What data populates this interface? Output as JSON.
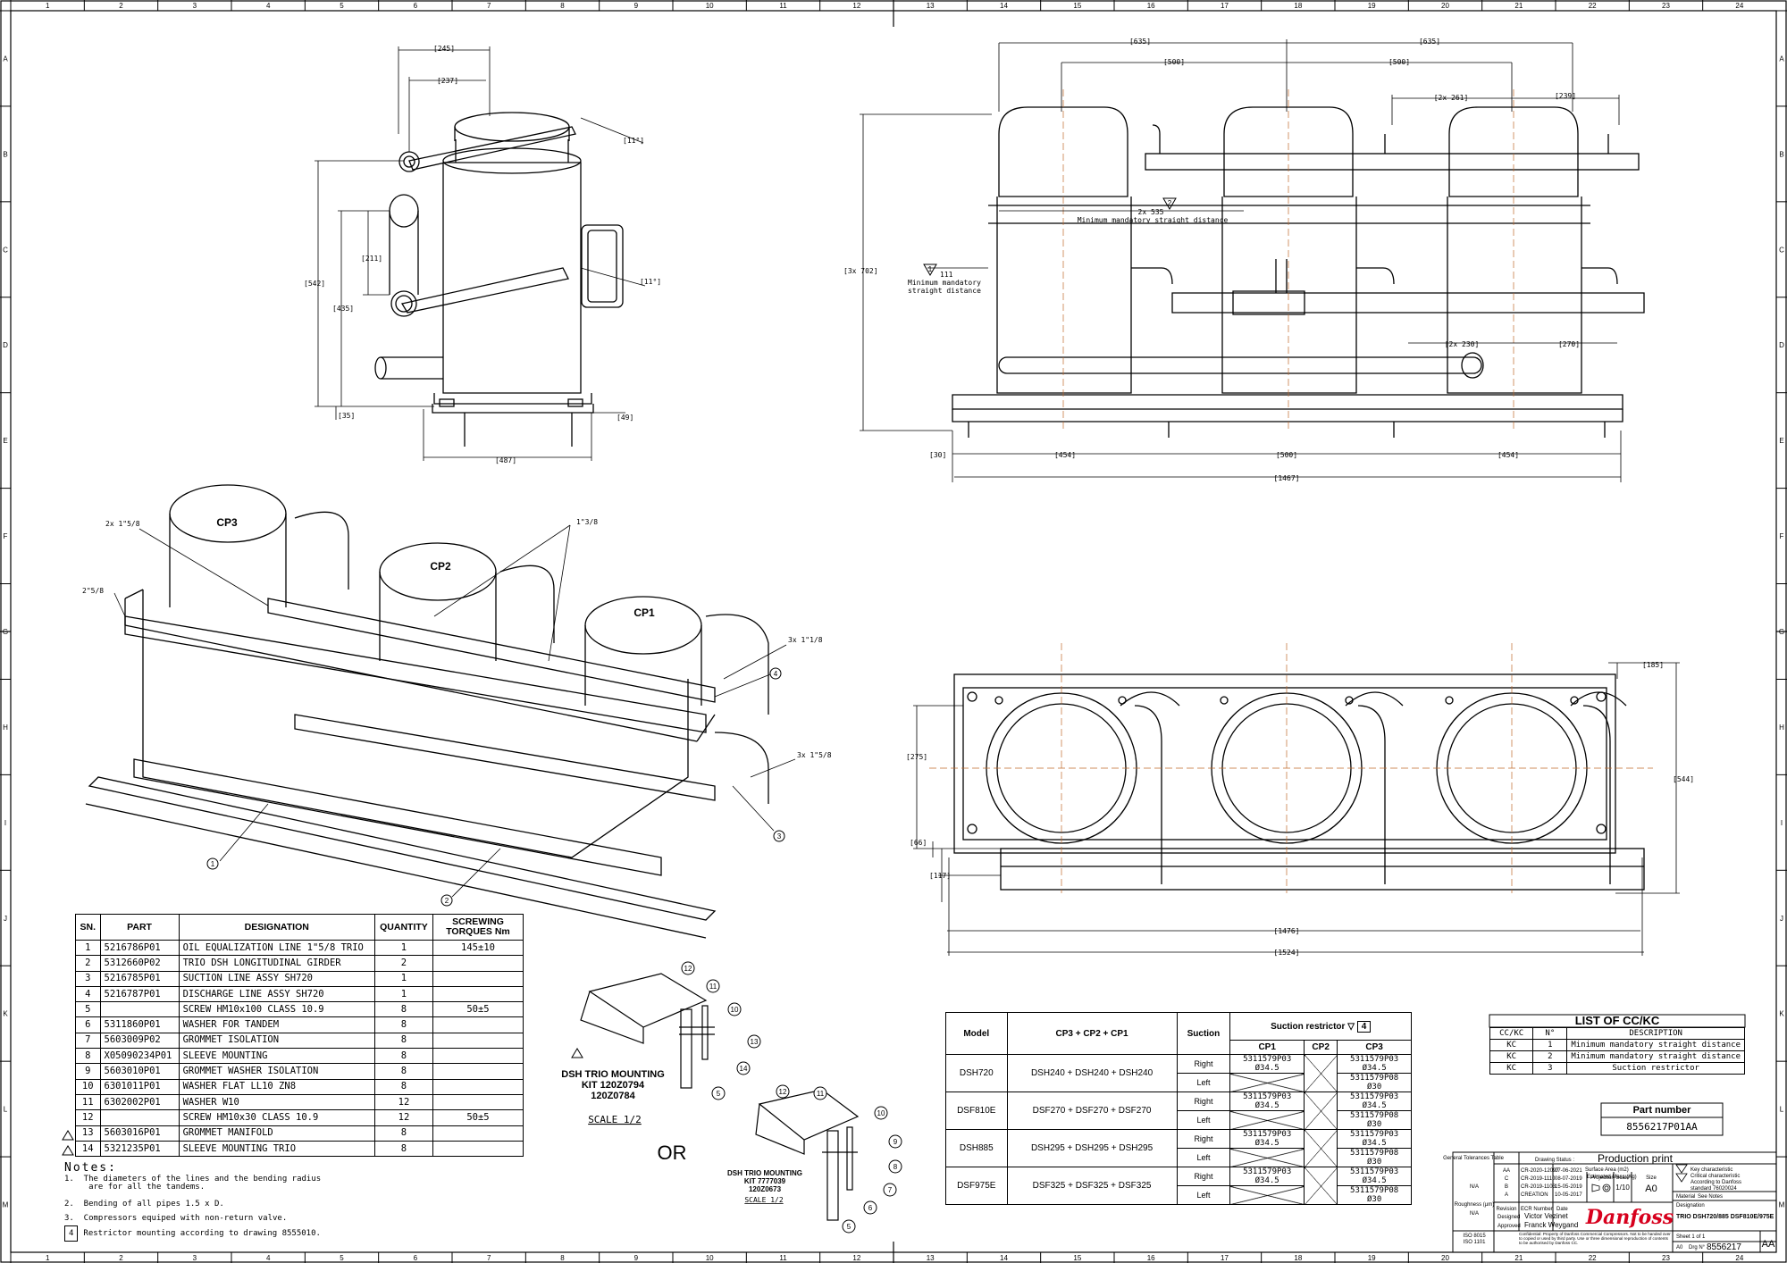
{
  "border": {
    "cols": [
      "1",
      "2",
      "3",
      "4",
      "5",
      "6",
      "7",
      "8",
      "9",
      "10",
      "11",
      "12",
      "13",
      "14",
      "15",
      "16",
      "17",
      "18",
      "19",
      "20",
      "21",
      "22",
      "23",
      "24"
    ],
    "rows": [
      "A",
      "B",
      "C",
      "D",
      "E",
      "F",
      "G",
      "H",
      "I",
      "J",
      "K",
      "L",
      "M"
    ]
  },
  "views": {
    "side": {
      "dims": [
        "[245]",
        "[237]",
        "[11°]",
        "[211]",
        "[11°]",
        "[542]",
        "[435]",
        "[35]",
        "[49]",
        "[487]"
      ]
    },
    "front": {
      "dims": [
        "[635]",
        "[635]",
        "[500]",
        "[500]",
        "[2x 261]",
        "[239]",
        "2x 535",
        "Minimum mandatory straight distance",
        "[3x 702]",
        "111",
        "Minimum mandatory",
        "straight distance",
        "[2x 230]",
        "[270]",
        "[30]",
        "[454]",
        "[500]",
        "[454]",
        "[1467]"
      ],
      "markers": [
        "2",
        "1"
      ]
    },
    "iso": {
      "labels": [
        "CP3",
        "CP2",
        "CP1",
        "2x 1\"5/8",
        "1\"3/8",
        "2\"5/8",
        "3x 1\"1/8",
        "3x 1\"5/8"
      ],
      "balloons": [
        "4",
        "3",
        "1",
        "2"
      ]
    },
    "top": {
      "dims": [
        "[185]",
        "[275]",
        "[544]",
        "[66]",
        "[117]",
        "[1476]",
        "[1524]"
      ]
    }
  },
  "parts_table": {
    "headers": [
      "SN.",
      "PART",
      "DESIGNATION",
      "QUANTITY",
      "SCREWING TORQUES Nm"
    ],
    "rows": [
      {
        "sn": "1",
        "part": "5216786P01",
        "designation": "OIL EQUALIZATION LINE 1\"5/8 TRIO",
        "qty": "1",
        "torque": "145±10"
      },
      {
        "sn": "2",
        "part": "5312660P02",
        "designation": "TRIO DSH LONGITUDINAL GIRDER",
        "qty": "2",
        "torque": ""
      },
      {
        "sn": "3",
        "part": "5216785P01",
        "designation": "SUCTION LINE ASSY SH720",
        "qty": "1",
        "torque": ""
      },
      {
        "sn": "4",
        "part": "5216787P01",
        "designation": "DISCHARGE LINE ASSY SH720",
        "qty": "1",
        "torque": ""
      },
      {
        "sn": "5",
        "part": "",
        "designation": "SCREW HM10x100 CLASS 10.9",
        "qty": "8",
        "torque": "50±5"
      },
      {
        "sn": "6",
        "part": "5311860P01",
        "designation": "WASHER FOR TANDEM",
        "qty": "8",
        "torque": ""
      },
      {
        "sn": "7",
        "part": "5603009P02",
        "designation": "GROMMET ISOLATION",
        "qty": "8",
        "torque": ""
      },
      {
        "sn": "8",
        "part": "X05090234P01",
        "designation": "SLEEVE MOUNTING",
        "qty": "8",
        "torque": ""
      },
      {
        "sn": "9",
        "part": "5603010P01",
        "designation": "GROMMET WASHER ISOLATION",
        "qty": "8",
        "torque": ""
      },
      {
        "sn": "10",
        "part": "6301011P01",
        "designation": "WASHER FLAT LL10 ZN8",
        "qty": "8",
        "torque": ""
      },
      {
        "sn": "11",
        "part": "6302002P01",
        "designation": "WASHER W10",
        "qty": "12",
        "torque": ""
      },
      {
        "sn": "12",
        "part": "",
        "designation": "SCREW HM10x30 CLASS 10.9",
        "qty": "12",
        "torque": "50±5"
      },
      {
        "sn": "13",
        "part": "5603016P01",
        "designation": "GROMMET MANIFOLD",
        "qty": "8",
        "torque": ""
      },
      {
        "sn": "14",
        "part": "5321235P01",
        "designation": "SLEEVE MOUNTING TRIO",
        "qty": "8",
        "torque": ""
      }
    ]
  },
  "notes": {
    "title": "Notes:",
    "items": [
      "1.  The diameters of the lines and the bending radius",
      "     are for all the tandems.",
      "2.  Bending of all pipes 1.5 x D.",
      "3.  Compressors equiped with non-return valve.",
      "Restrictor mounting according to drawing 8555010."
    ],
    "restrictor_tag": "4"
  },
  "mounting": {
    "kit1_title": "DSH TRIO MOUNTING",
    "kit1_l2": "KIT 120Z0794",
    "kit1_l3": "120Z0784",
    "kit1_scale": "SCALE 1/2",
    "or": "OR",
    "kit2_title": "DSH TRIO MOUNTING",
    "kit2_l2": "KIT 7777039",
    "kit2_l3": "120Z0673",
    "kit2_scale": "SCALE 1/2",
    "balloons1": [
      "12",
      "11",
      "10",
      "13",
      "14",
      "5"
    ],
    "balloons2": [
      "12",
      "11",
      "10",
      "9",
      "8",
      "7",
      "6",
      "5"
    ]
  },
  "restrictor_table": {
    "headers": {
      "model": "Model",
      "cps": "CP3 + CP2 + CP1",
      "suction": "Suction",
      "restrictor": "Suction restrictor",
      "tag": "4",
      "cp1": "CP1",
      "cp2": "CP2",
      "cp3": "CP3"
    },
    "rows": [
      {
        "model": "DSH720",
        "cps": "DSH240 + DSH240 + DSH240",
        "right": "Right",
        "left": "Left",
        "cp1_r": "5311579P03",
        "cp1_r2": "Ø34.5",
        "cp3_r": "5311579P03",
        "cp3_r2": "Ø34.5",
        "cp3_l": "5311579P08",
        "cp3_l2": "Ø30"
      },
      {
        "model": "DSF810E",
        "cps": "DSF270 + DSF270 + DSF270",
        "right": "Right",
        "left": "Left",
        "cp1_r": "5311579P03",
        "cp1_r2": "Ø34.5",
        "cp3_r": "5311579P03",
        "cp3_r2": "Ø34.5",
        "cp3_l": "5311579P08",
        "cp3_l2": "Ø30"
      },
      {
        "model": "DSH885",
        "cps": "DSH295 + DSH295 + DSH295",
        "right": "Right",
        "left": "Left",
        "cp1_r": "5311579P03",
        "cp1_r2": "Ø34.5",
        "cp3_r": "5311579P03",
        "cp3_r2": "Ø34.5",
        "cp3_l": "5311579P08",
        "cp3_l2": "Ø30"
      },
      {
        "model": "DSF975E",
        "cps": "DSF325 + DSF325 + DSF325",
        "right": "Right",
        "left": "Left",
        "cp1_r": "5311579P03",
        "cp1_r2": "Ø34.5",
        "cp3_r": "5311579P03",
        "cp3_r2": "Ø34.5",
        "cp3_l": "5311579P08",
        "cp3_l2": "Ø30"
      }
    ]
  },
  "cckc": {
    "title": "LIST OF CC/KC",
    "headers": [
      "CC/KC",
      "N°",
      "DESCRIPTION"
    ],
    "rows": [
      {
        "type": "KC",
        "n": "1",
        "desc": "Minimum mandatory straight distance"
      },
      {
        "type": "KC",
        "n": "2",
        "desc": "Minimum mandatory straight distance"
      },
      {
        "type": "KC",
        "n": "3",
        "desc": "Suction restrictor"
      }
    ]
  },
  "part_number": {
    "label": "Part number",
    "value": "8556217P01AA"
  },
  "title_block": {
    "general_tol": "General Tolerances Table",
    "drawing_status_label": "Drawing Status :",
    "drawing_status": "Production print",
    "surface": "Surface Area (m2)",
    "weight": "Estimated Mass (Kg)",
    "rev_rows": [
      {
        "rev": "AA",
        "ecr": "CR-2020-12097",
        "date": "07-06-2021"
      },
      {
        "rev": "C",
        "ecr": "CR-2019-1110",
        "date": "08-07-2019"
      },
      {
        "rev": "B",
        "ecr": "CR-2019-1103",
        "date": "15-05-2019"
      },
      {
        "rev": "A",
        "ecr": "CREATION",
        "date": "10-05-2017"
      }
    ],
    "projection": "Projection",
    "scale_label": "Scale",
    "scale": "1/10",
    "size_label": "Size",
    "size": "A0",
    "material_label": "Material",
    "material": "See Notes",
    "revision_label": "Revision",
    "ecr_label": "ECR Number",
    "date_label": "Date",
    "designed_label": "Designed",
    "designed": "Victor Vezinet",
    "approved_label": "Approved",
    "approved": "Franck Weygand",
    "roughness": "Roughness (µm)",
    "na1": "N/A",
    "na2": "N/A",
    "iso1": "ISO 8015",
    "iso2": "ISO 1101",
    "key_char": "Key characteristic",
    "crit_char": "Critical characteristic",
    "according": "According to Danfoss",
    "standard": "standard 76020024",
    "designation_label": "Designation",
    "designation": "TRIO DSH720/885 DSF810E/975E",
    "sheet": "Sheet 1 of 1",
    "dwg_label": "Drg N°",
    "dwg": "8556217",
    "dwg_size": "A0",
    "rev": "AA",
    "brand": "Danfoss",
    "confidential": "Confidential: Property of Danfoss Commercial Compressors. Not to be handed over to copied or used by third party. Use or three dimensional reproduction of contents to be authorised by Danfoss CC."
  }
}
